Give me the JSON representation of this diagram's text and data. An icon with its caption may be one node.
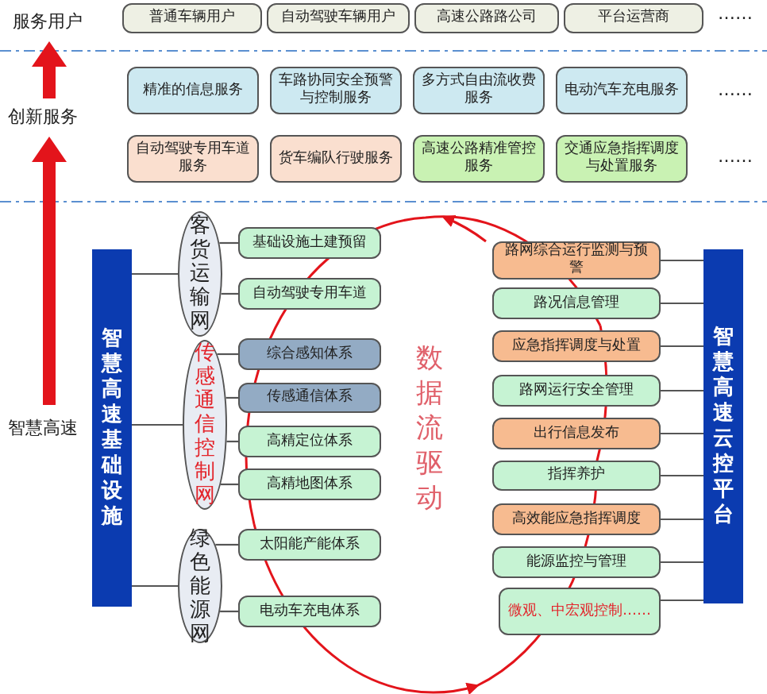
{
  "diagram": {
    "nodes": [
      {
        "text": [
          "普通车辆用户"
        ]
      },
      {
        "text": [
          "自动驾驶车辆用户"
        ]
      },
      {
        "text": [
          "高速公路路公司"
        ]
      },
      {
        "text": [
          "平台运营商"
        ]
      },
      {
        "text": [
          "精准的信息服务"
        ]
      },
      {
        "text": [
          "车路协同安全预警与控制服务"
        ]
      },
      {
        "text": [
          "多方式自由流收费服务"
        ]
      },
      {
        "text": [
          "电动汽车充电服务"
        ]
      },
      {
        "text": [
          "自动驾驶专用车道服务"
        ]
      },
      {
        "text": [
          "货车编队行驶服务"
        ]
      },
      {
        "text": [
          "高速公路精准管控服务"
        ]
      },
      {
        "text": [
          "交通应急指挥调度与处置服务"
        ]
      },
      {
        "text": [
          "智慧高速基础设施"
        ]
      },
      {
        "text": [
          "客货运输网"
        ]
      },
      {
        "text": [
          "传感通信控制网"
        ]
      },
      {
        "text": [
          "绿色能源网"
        ]
      },
      {
        "text": [
          "基础设施土建预留"
        ]
      },
      {
        "text": [
          "自动驾驶专用车道"
        ]
      },
      {
        "text": [
          "综合感知体系"
        ]
      },
      {
        "text": [
          "传感通信体系"
        ]
      },
      {
        "text": [
          "高精定位体系"
        ]
      },
      {
        "text": [
          "高精地图体系"
        ]
      },
      {
        "text": [
          "太阳能产能体系"
        ]
      },
      {
        "text": [
          "电动车充电体系"
        ]
      },
      {
        "text": [
          "智慧高速云控平台"
        ]
      },
      {
        "text": [
          "路网综合运行监测与预警"
        ]
      },
      {
        "text": [
          "路况信息管理"
        ]
      },
      {
        "text": [
          "应急指挥调度与处置"
        ]
      },
      {
        "text": [
          "路网运行安全管理"
        ]
      },
      {
        "text": [
          "出行信息发布"
        ]
      },
      {
        "text": [
          "指挥养护"
        ]
      },
      {
        "text": [
          "高效能应急指挥调度"
        ]
      },
      {
        "text": [
          "能源监控与管理"
        ]
      },
      {
        "text": [
          "微观、中宏观控制……"
        ]
      }
    ],
    "edges": [
      {
        "from": 12,
        "to": 13,
        "arrow": "none"
      },
      {
        "from": 12,
        "to": 14,
        "arrow": "none"
      },
      {
        "from": 12,
        "to": 15,
        "arrow": "none"
      },
      {
        "from": 13,
        "to": 16,
        "arrow": "none"
      },
      {
        "from": 13,
        "to": 17,
        "arrow": "none"
      },
      {
        "from": 14,
        "to": 18,
        "arrow": "none"
      },
      {
        "from": 14,
        "to": 19,
        "arrow": "none"
      },
      {
        "from": 14,
        "to": 20,
        "arrow": "none"
      },
      {
        "from": 14,
        "to": 21,
        "arrow": "none"
      },
      {
        "from": 15,
        "to": 22,
        "arrow": "none"
      },
      {
        "from": 15,
        "to": 23,
        "arrow": "none"
      },
      {
        "from": 24,
        "to": 25,
        "arrow": "none"
      },
      {
        "from": 24,
        "to": 26,
        "arrow": "none"
      },
      {
        "from": 24,
        "to": 27,
        "arrow": "none"
      },
      {
        "from": 24,
        "to": 28,
        "arrow": "none"
      },
      {
        "from": 24,
        "to": 29,
        "arrow": "none"
      },
      {
        "from": 24,
        "to": 30,
        "arrow": "none"
      },
      {
        "from": 24,
        "to": 31,
        "arrow": "none"
      },
      {
        "from": 24,
        "to": 32,
        "arrow": "none"
      },
      {
        "from": 24,
        "to": 33,
        "arrow": "none"
      }
    ],
    "labels": [
      "服务用户",
      "……",
      "创新服务",
      "……",
      "……",
      "智慧高速",
      "数据流驱动"
    ]
  }
}
